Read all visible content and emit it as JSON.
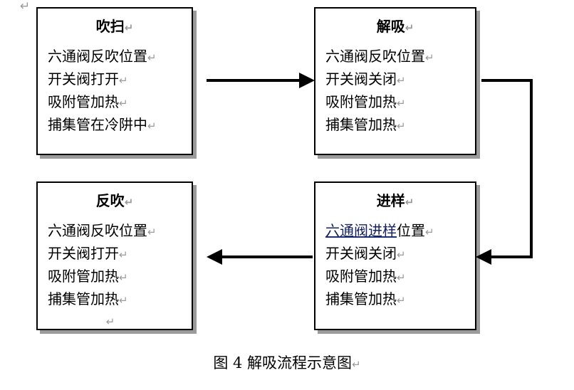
{
  "page": {
    "return_mark": "↵"
  },
  "diagram": {
    "type": "flowchart",
    "boxes": [
      {
        "id": "purge",
        "title": "吹扫",
        "title_mark": "↵",
        "lines": [
          "六通阀反吹位置",
          "开关阀打开",
          "吸附管加热",
          "捕集管在冷阱中"
        ],
        "line_marks": [
          "↵",
          "↵",
          "↵",
          "↵"
        ],
        "trailing_return": null,
        "underline": null
      },
      {
        "id": "desorb",
        "title": "解吸",
        "title_mark": "↵",
        "lines": [
          "六通阀反吹位置",
          "开关阀关闭",
          "吸附管加热",
          "捕集管加热"
        ],
        "line_marks": [
          "↵",
          "↵",
          "↵",
          "↵"
        ],
        "trailing_return": null,
        "underline": null
      },
      {
        "id": "backflush",
        "title": "反吹",
        "title_mark": "↵",
        "lines": [
          "六通阀反吹位置",
          "开关阀打开",
          "吸附管加热",
          "捕集管加热"
        ],
        "line_marks": [
          "↵",
          "↵",
          "↵",
          "↵"
        ],
        "trailing_return": "↵",
        "underline": null
      },
      {
        "id": "inject",
        "title": "进样",
        "title_mark": "↵",
        "lines": [
          "六通阀进样位置",
          "开关阀关闭",
          "吸附管加热",
          "捕集管加热"
        ],
        "line_marks": [
          "↵",
          "↵",
          "↵",
          "↵"
        ],
        "trailing_return": null,
        "underline": {
          "line_index": 0,
          "underlined_text": "六通阀进样",
          "plain_text": "位置",
          "color": "#1f2f7a"
        }
      }
    ],
    "connectors": [
      {
        "from": "purge",
        "to": "desorb",
        "direction": "right",
        "style": "straight"
      },
      {
        "from": "desorb",
        "to": "inject",
        "direction": "down",
        "style": "elbow-right"
      },
      {
        "from": "inject",
        "to": "backflush",
        "direction": "left",
        "style": "straight"
      }
    ]
  },
  "caption": {
    "text": "图 4  解吸流程示意图",
    "mark": "↵"
  },
  "colors": {
    "border": "#000000",
    "shadow": "#9b9b9b",
    "text": "#000000",
    "return_mark": "#9a9a9a",
    "link_underline": "#1f2f7a"
  }
}
